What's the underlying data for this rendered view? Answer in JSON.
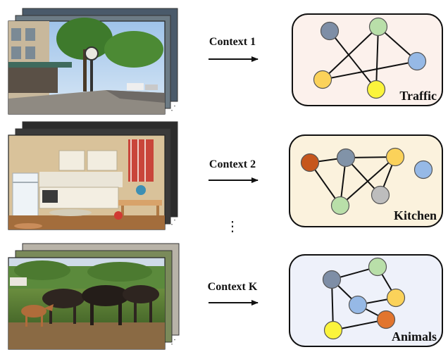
{
  "rows": [
    {
      "context_label": "Context 1",
      "graph_label": "Traffic",
      "graph_bg": "#fcf1ec",
      "scene": "street-scene",
      "nodes": [
        {
          "id": "a",
          "color": "#7e8ea6"
        },
        {
          "id": "b",
          "color": "#b9dfa9"
        },
        {
          "id": "c",
          "color": "#96b9e6"
        },
        {
          "id": "d",
          "color": "#fbd25a"
        },
        {
          "id": "e",
          "color": "#fbf43c"
        }
      ],
      "edges": [
        [
          "a",
          "e"
        ],
        [
          "b",
          "d"
        ],
        [
          "b",
          "e"
        ],
        [
          "b",
          "c"
        ],
        [
          "d",
          "c"
        ]
      ]
    },
    {
      "context_label": "Context 2",
      "graph_label": "Kitchen",
      "graph_bg": "#fbf2dd",
      "scene": "kitchen-scene",
      "nodes": [
        {
          "id": "a",
          "color": "#c6561c"
        },
        {
          "id": "b",
          "color": "#8193a8"
        },
        {
          "id": "c",
          "color": "#fbd25a"
        },
        {
          "id": "d",
          "color": "#96b9e6"
        },
        {
          "id": "e",
          "color": "#b9dfa9"
        },
        {
          "id": "f",
          "color": "#bdbdbd"
        }
      ],
      "edges": [
        [
          "a",
          "b"
        ],
        [
          "b",
          "c"
        ],
        [
          "a",
          "e"
        ],
        [
          "b",
          "e"
        ],
        [
          "b",
          "f"
        ],
        [
          "c",
          "f"
        ],
        [
          "e",
          "c"
        ]
      ]
    },
    {
      "context_label": "Context K",
      "graph_label": "Animals",
      "graph_bg": "#eef1fa",
      "scene": "horses-scene",
      "nodes": [
        {
          "id": "a",
          "color": "#7e8ea6"
        },
        {
          "id": "b",
          "color": "#b9dfa9"
        },
        {
          "id": "c",
          "color": "#fbd25a"
        },
        {
          "id": "d",
          "color": "#96b9e6"
        },
        {
          "id": "e",
          "color": "#e2752e"
        },
        {
          "id": "f",
          "color": "#fbf43c"
        }
      ],
      "edges": [
        [
          "a",
          "b"
        ],
        [
          "a",
          "d"
        ],
        [
          "a",
          "f"
        ],
        [
          "b",
          "c"
        ],
        [
          "c",
          "d"
        ],
        [
          "d",
          "e"
        ],
        [
          "f",
          "e"
        ]
      ]
    }
  ],
  "ellipsis": "⋮"
}
